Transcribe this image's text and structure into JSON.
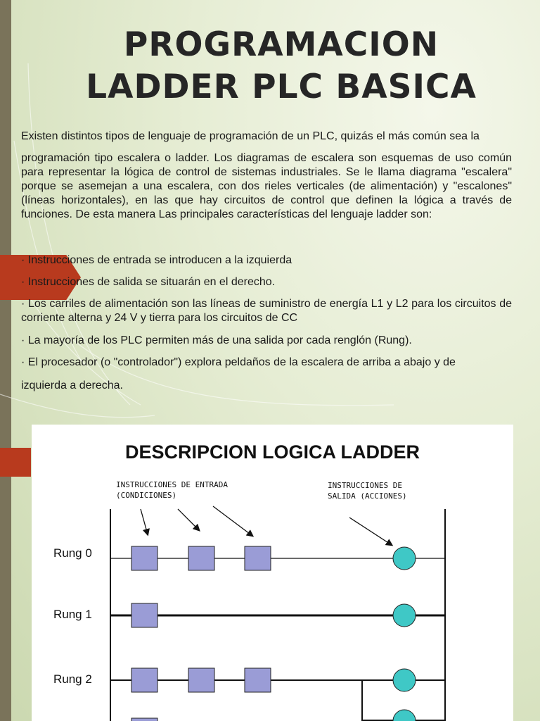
{
  "slide": {
    "title_line1": "PROGRAMACION",
    "title_line2": "LADDER PLC BASICA",
    "intro_line1": "Existen distintos tipos de lenguaje de programación de un PLC, quizás el más común sea la",
    "intro_rest": "programación tipo escalera o ladder. Los diagramas de escalera son esquemas de uso común para representar la lógica de control de sistemas industriales. Se le llama diagrama \"escalera\" porque se asemejan a una escalera, con dos rieles verticales (de alimentación) y \"escalones\" (líneas horizontales), en las que hay circuitos de control que definen la lógica a través de funciones. De esta manera Las principales características del lenguaje ladder son:",
    "bullets": [
      "· Instrucciones de entrada se introducen a la izquierda",
      "· Instrucciones de salida se situarán en el derecho.",
      "· Los carriles de alimentación son las líneas de suministro de energía L1 y L2 para los circuitos de corriente alterna y 24 V y tierra para los circuitos de CC",
      "· La mayoría de los PLC permiten más de una salida por cada renglón (Rung).",
      "· El procesador (o \"controlador\") explora peldaños de la escalera de arriba a abajo y de",
      "izquierda a derecha."
    ]
  },
  "diagram": {
    "title": "DESCRIPCION LOGICA LADDER",
    "input_label": "INSTRUCCIONES DE ENTRADA\n(CONDICIONES)",
    "output_label": "INSTRUCCIONES DE\nSALIDA (ACCIONES)",
    "rungs": [
      "Rung 0",
      "Rung 1",
      "Rung 2"
    ]
  },
  "colors": {
    "accent": "#b83a1e",
    "contact_fill": "#9a9cd6",
    "coil_fill": "#3fc8c6"
  }
}
